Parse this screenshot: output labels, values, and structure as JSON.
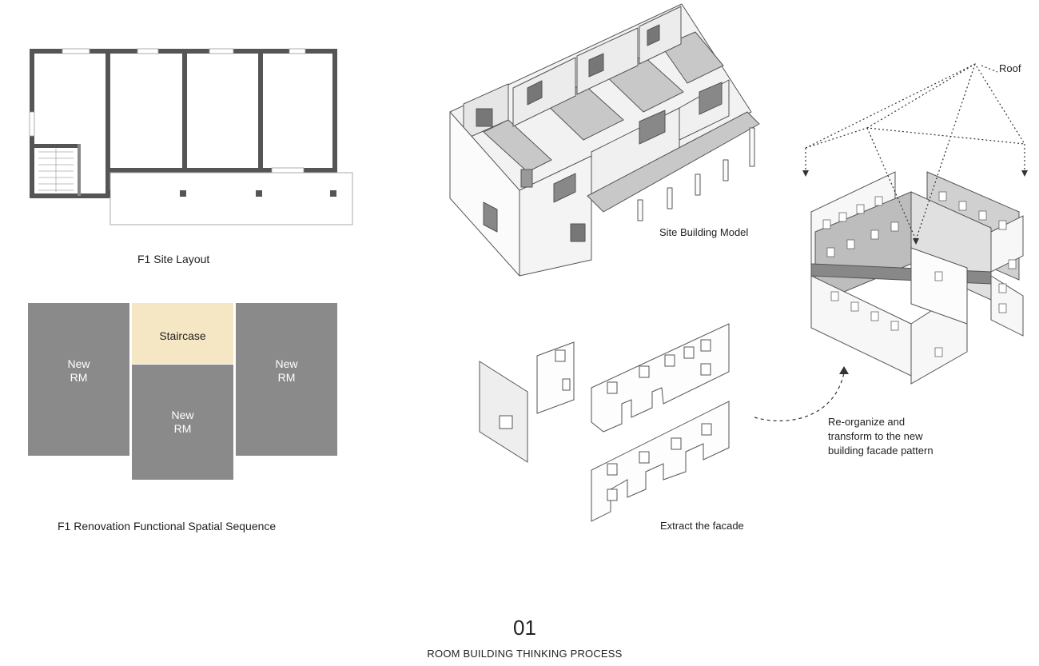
{
  "labels": {
    "site_layout": "F1 Site Layout",
    "sequence": "F1 Renovation Functional Spatial Sequence",
    "site_model": "Site Building Model",
    "extract": "Extract the facade",
    "roof": "Roof",
    "reorganize": [
      "Re-organize and",
      "transform to the new",
      "building facade pattern"
    ]
  },
  "blocks": {
    "left": [
      "New",
      "RM"
    ],
    "staircase": "Staircase",
    "center": [
      "New",
      "RM"
    ],
    "right": [
      "New",
      "RM"
    ]
  },
  "footer": {
    "number": "01",
    "title": "ROOM BUILDING THINKING PROCESS"
  },
  "colors": {
    "block_gray": "#8a8a8a",
    "staircase": "#f6e7c4",
    "wall": "#555555",
    "floor": "#c8c8c8"
  }
}
